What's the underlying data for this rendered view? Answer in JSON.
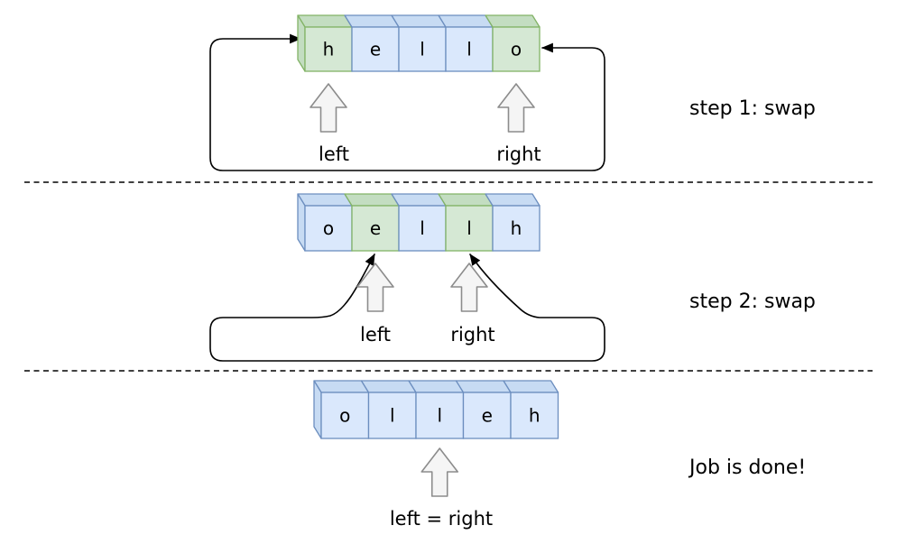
{
  "colors": {
    "blue_fill": "#dae8fc",
    "blue_top": "#c7dbf3",
    "blue_stroke": "#6c8ebf",
    "green_fill": "#d5e8d4",
    "green_top": "#c3ddc1",
    "green_stroke": "#82b366",
    "pointer_fill": "#f5f5f5",
    "pointer_stroke": "#8c8c8c",
    "line": "#000000"
  },
  "steps": [
    {
      "caption": "step 1: swap",
      "string": [
        "h",
        "e",
        "l",
        "l",
        "o"
      ],
      "highlight": [
        0,
        4
      ],
      "left_label": "left",
      "right_label": "right",
      "left_index": 0,
      "right_index": 4
    },
    {
      "caption": "step 2: swap",
      "string": [
        "o",
        "e",
        "l",
        "l",
        "h"
      ],
      "highlight": [
        1,
        3
      ],
      "left_label": "left",
      "right_label": "right",
      "left_index": 1,
      "right_index": 3
    },
    {
      "caption": "Job is done!",
      "string": [
        "o",
        "l",
        "l",
        "e",
        "h"
      ],
      "highlight": [],
      "pointer_label": "left = right",
      "pointer_index": 2
    }
  ]
}
